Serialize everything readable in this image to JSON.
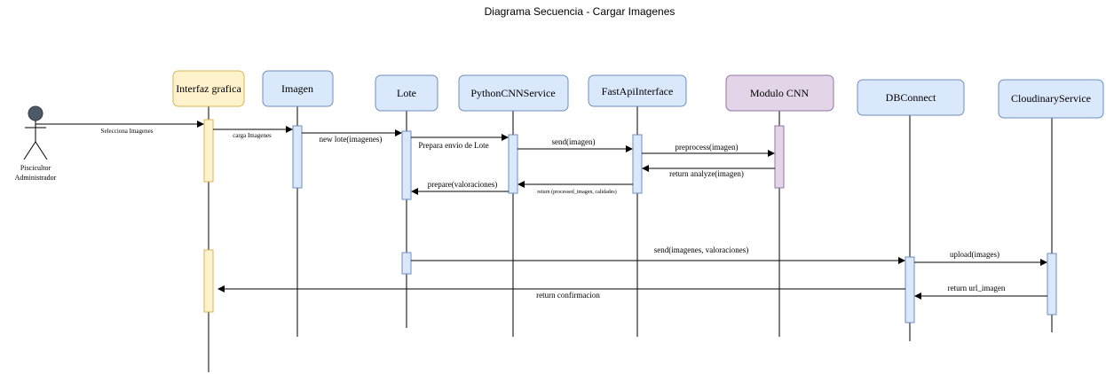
{
  "title": "Diagrama Secuencia - Cargar Imagenes",
  "actor": {
    "name_line1": "Piscicultor",
    "name_line2": "Administrador"
  },
  "participants": [
    {
      "id": "interfaz",
      "label": "Interfaz grafica",
      "color": "#fff2cc",
      "border": "#d6b656"
    },
    {
      "id": "imagen",
      "label": "Imagen",
      "color": "#dae8fc",
      "border": "#6c8ebf"
    },
    {
      "id": "lote",
      "label": "Lote",
      "color": "#dae8fc",
      "border": "#6c8ebf"
    },
    {
      "id": "python",
      "label": "PythonCNNService",
      "color": "#dae8fc",
      "border": "#6c8ebf"
    },
    {
      "id": "fastapi",
      "label": "FastApiInterface",
      "color": "#dae8fc",
      "border": "#6c8ebf"
    },
    {
      "id": "modulo",
      "label": "Modulo CNN",
      "color": "#e1d5e7",
      "border": "#9673a6"
    },
    {
      "id": "dbconnect",
      "label": "DBConnect",
      "color": "#dae8fc",
      "border": "#6c8ebf"
    },
    {
      "id": "cloudinary",
      "label": "CloudinaryService",
      "color": "#dae8fc",
      "border": "#6c8ebf"
    }
  ],
  "messages": [
    {
      "label": "Selecciona Imagenes"
    },
    {
      "label": "carga Imagenes"
    },
    {
      "label": "new lote(imagenes)"
    },
    {
      "label": "Prepara envio de Lote"
    },
    {
      "label": "send(imagen)"
    },
    {
      "label": "preprocess(imagen)"
    },
    {
      "label": "return analyze(imagen)"
    },
    {
      "label": "return (processed_imagen, calidades)"
    },
    {
      "label": "prepare(valoraciones)"
    },
    {
      "label": "send(imagenes, valoraciones)"
    },
    {
      "label": "upload(images)"
    },
    {
      "label": "return url_imagen"
    },
    {
      "label": "return confirmacion"
    }
  ]
}
